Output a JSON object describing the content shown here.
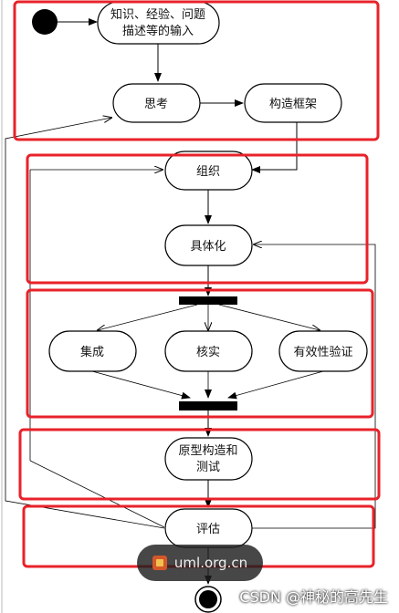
{
  "diagram": {
    "nodes": {
      "input": [
        "知识、经验、问题",
        "描述等的输入"
      ],
      "think": "思考",
      "framework": "构造框架",
      "organize": "组织",
      "concretize": "具体化",
      "integrate": "集成",
      "verify": "核实",
      "validate": "有效性验证",
      "prototype": [
        "原型构造和",
        "测试"
      ],
      "evaluate": "评估"
    }
  },
  "watermark": {
    "site": "uml.org.cn",
    "credit": "CSDN @神秘的高先生"
  },
  "colors": {
    "highlight": "#e8222a",
    "stroke": "#000000",
    "bar": "#000000"
  }
}
